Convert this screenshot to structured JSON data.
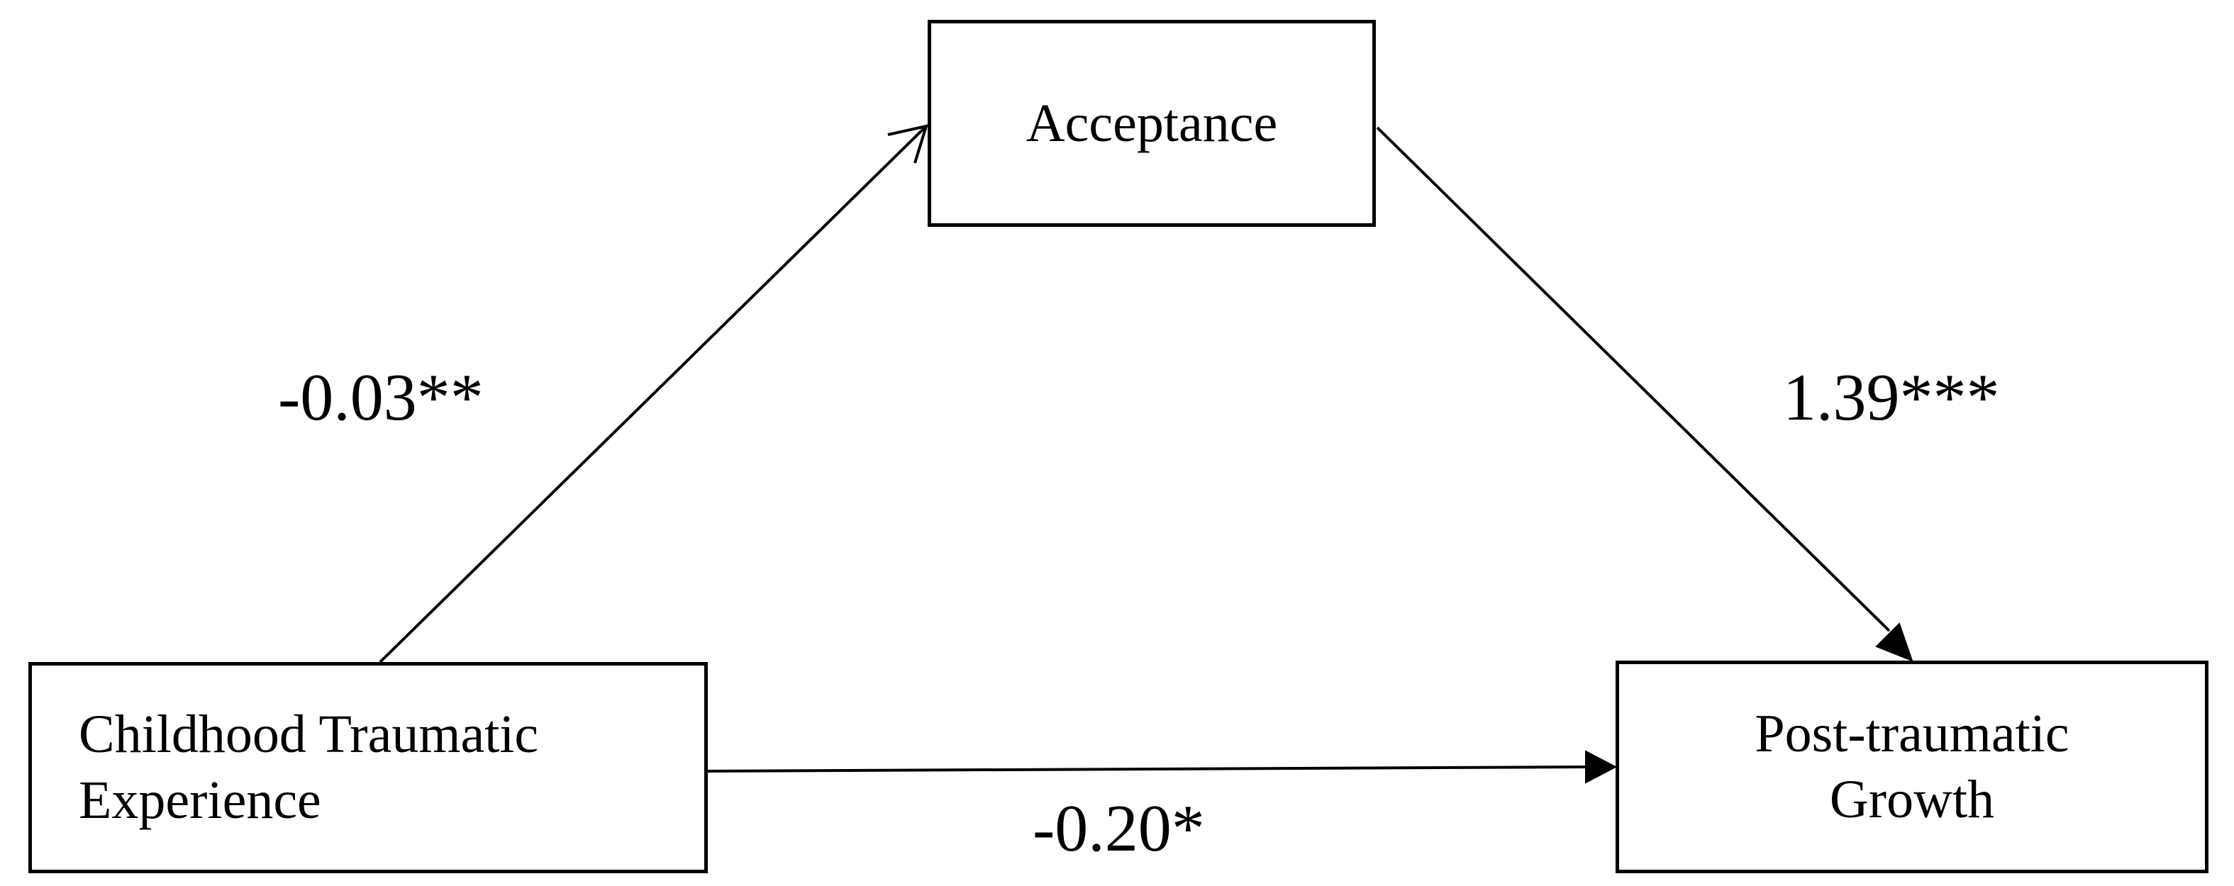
{
  "diagram": {
    "nodes": {
      "mediator": {
        "label": "Acceptance"
      },
      "predictor": {
        "line1": "Childhood Traumatic",
        "line2": "Experience"
      },
      "outcome": {
        "line1": "Post-traumatic",
        "line2": "Growth"
      }
    },
    "paths": {
      "a": {
        "coefficient": "-0.03**"
      },
      "b": {
        "coefficient": "1.39***"
      },
      "c": {
        "coefficient": "-0.20*"
      }
    },
    "colors": {
      "stroke": "#000000",
      "background": "#ffffff",
      "text": "#000000"
    }
  }
}
